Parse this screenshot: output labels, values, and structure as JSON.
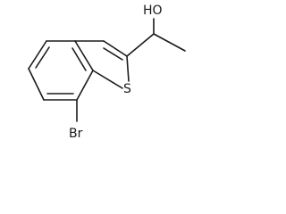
{
  "molecule": {
    "atom_labels": {
      "hydroxyl": "HO",
      "sulfur": "S",
      "bromine": "Br"
    },
    "colors": {
      "ink": "#1a1a1a",
      "background": "#ffffff"
    }
  }
}
